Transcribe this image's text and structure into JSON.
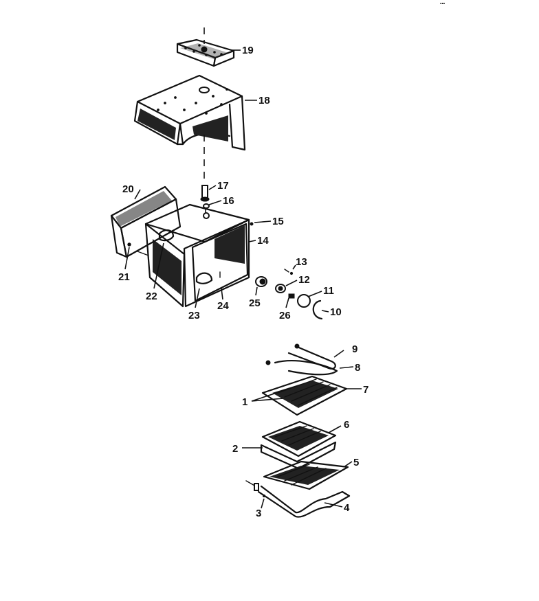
{
  "header_fragment": "…",
  "callouts": {
    "c1": "1",
    "c2": "2",
    "c3": "3",
    "c4": "4",
    "c5": "5",
    "c6": "6",
    "c7": "7",
    "c8": "8",
    "c9": "9",
    "c10": "10",
    "c11": "11",
    "c12": "12",
    "c13": "13",
    "c14": "14",
    "c15": "15",
    "c16": "16",
    "c17": "17",
    "c18": "18",
    "c19": "19",
    "c20": "20",
    "c21": "21",
    "c22": "22",
    "c23": "23",
    "c24": "24",
    "c25": "25",
    "c26": "26"
  }
}
